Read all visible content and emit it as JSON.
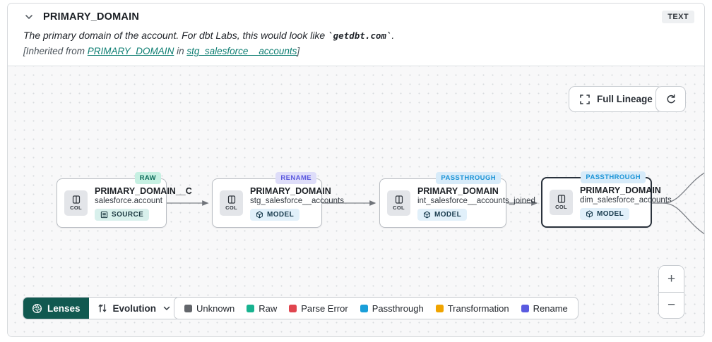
{
  "header": {
    "title": "PRIMARY_DOMAIN",
    "type_badge": "TEXT",
    "description_prefix": "The primary domain of the account. For dbt Labs, this would look like ",
    "description_code": "`getdbt.com`",
    "description_suffix": ".",
    "inherited_prefix": "[Inherited from ",
    "inherited_column_link": "PRIMARY_DOMAIN",
    "inherited_middle": " in ",
    "inherited_model_link": "stg_salesforce__accounts",
    "inherited_suffix": "]"
  },
  "canvas": {
    "full_lineage_label": "Full Lineage",
    "zoom_in_label": "+",
    "zoom_out_label": "−",
    "nodes": [
      {
        "badge": "RAW",
        "badge_bg": "#c6f0e2",
        "badge_fg": "#0d6b59",
        "col_label": "COL",
        "title": "PRIMARY_DOMAIN__C",
        "subtitle": "salesforce.account",
        "tag": "SOURCE"
      },
      {
        "badge": "RENAME",
        "badge_bg": "#deddf9",
        "badge_fg": "#5a58de",
        "col_label": "COL",
        "title": "PRIMARY_DOMAIN",
        "subtitle": "stg_salesforce__accounts",
        "tag": "MODEL"
      },
      {
        "badge": "PASSTHROUGH",
        "badge_bg": "#d7ebf9",
        "badge_fg": "#1a93d6",
        "col_label": "COL",
        "title": "PRIMARY_DOMAIN",
        "subtitle": "int_salesforce__accounts_joined",
        "tag": "MODEL"
      },
      {
        "badge": "PASSTHROUGH",
        "badge_bg": "#d7ebf9",
        "badge_fg": "#1a93d6",
        "col_label": "COL",
        "title": "PRIMARY_DOMAIN",
        "subtitle": "dim_salesforce_accounts",
        "tag": "MODEL"
      }
    ]
  },
  "toolbar": {
    "lenses_label": "Lenses",
    "lenses_bg": "#115950",
    "selected_lens": "Evolution",
    "legend": [
      {
        "label": "Unknown",
        "color": "#63666b"
      },
      {
        "label": "Raw",
        "color": "#18b390"
      },
      {
        "label": "Parse Error",
        "color": "#e0454f"
      },
      {
        "label": "Passthrough",
        "color": "#1a9fd9"
      },
      {
        "label": "Transformation",
        "color": "#f0a400"
      },
      {
        "label": "Rename",
        "color": "#5a5be0"
      }
    ]
  }
}
